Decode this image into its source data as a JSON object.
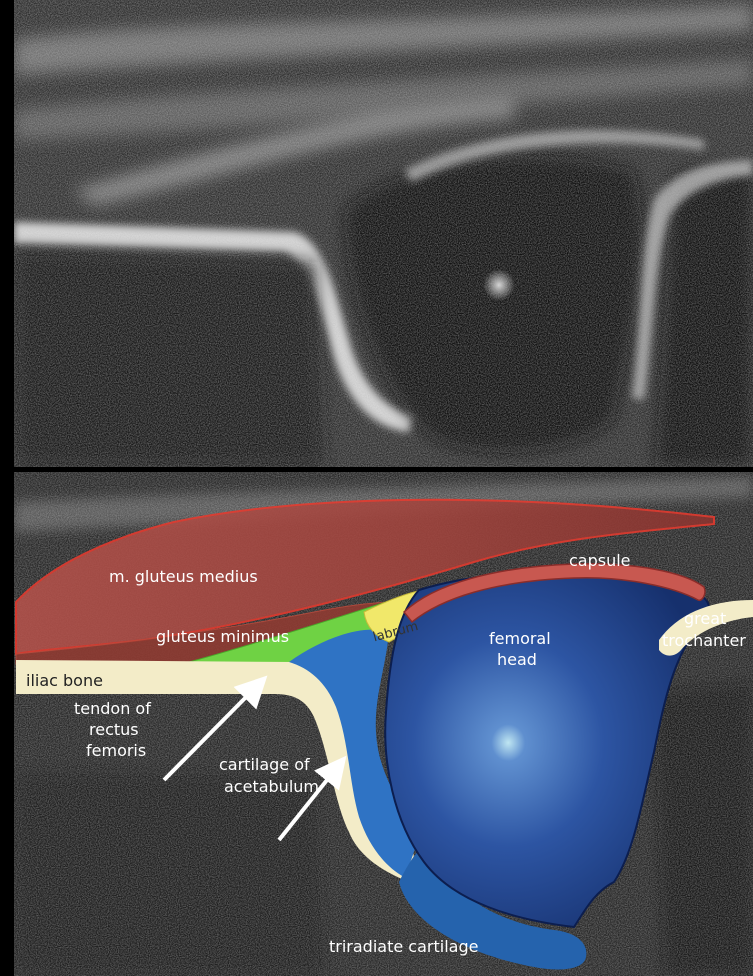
{
  "labels": {
    "gluteus_medius": "m. gluteus medius",
    "gluteus_minimus": "gluteus minimus",
    "capsule": "capsule",
    "labrum": "labrum",
    "femoral_head": [
      "femoral",
      "head"
    ],
    "great_trochanter": [
      "great",
      "trochanter"
    ],
    "iliac_bone": "iliac bone",
    "tendon_rectus_femoris": [
      "tendon of",
      "rectus",
      "femoris"
    ],
    "cartilage_acetabulum": [
      "cartilage of",
      "acetabulum"
    ],
    "triradiate_cartilage": "triradiate cartilage"
  },
  "colors": {
    "gluteus_medius": "#a8403c",
    "gluteus_minimus": "#8a3a30",
    "tendon": "#6fd244",
    "labrum": "#f1e86a",
    "capsule": "#c85850",
    "femoral_head": "#2b4e9a",
    "cartilage": "#2f73c4",
    "bone": "#f3ecc8"
  }
}
